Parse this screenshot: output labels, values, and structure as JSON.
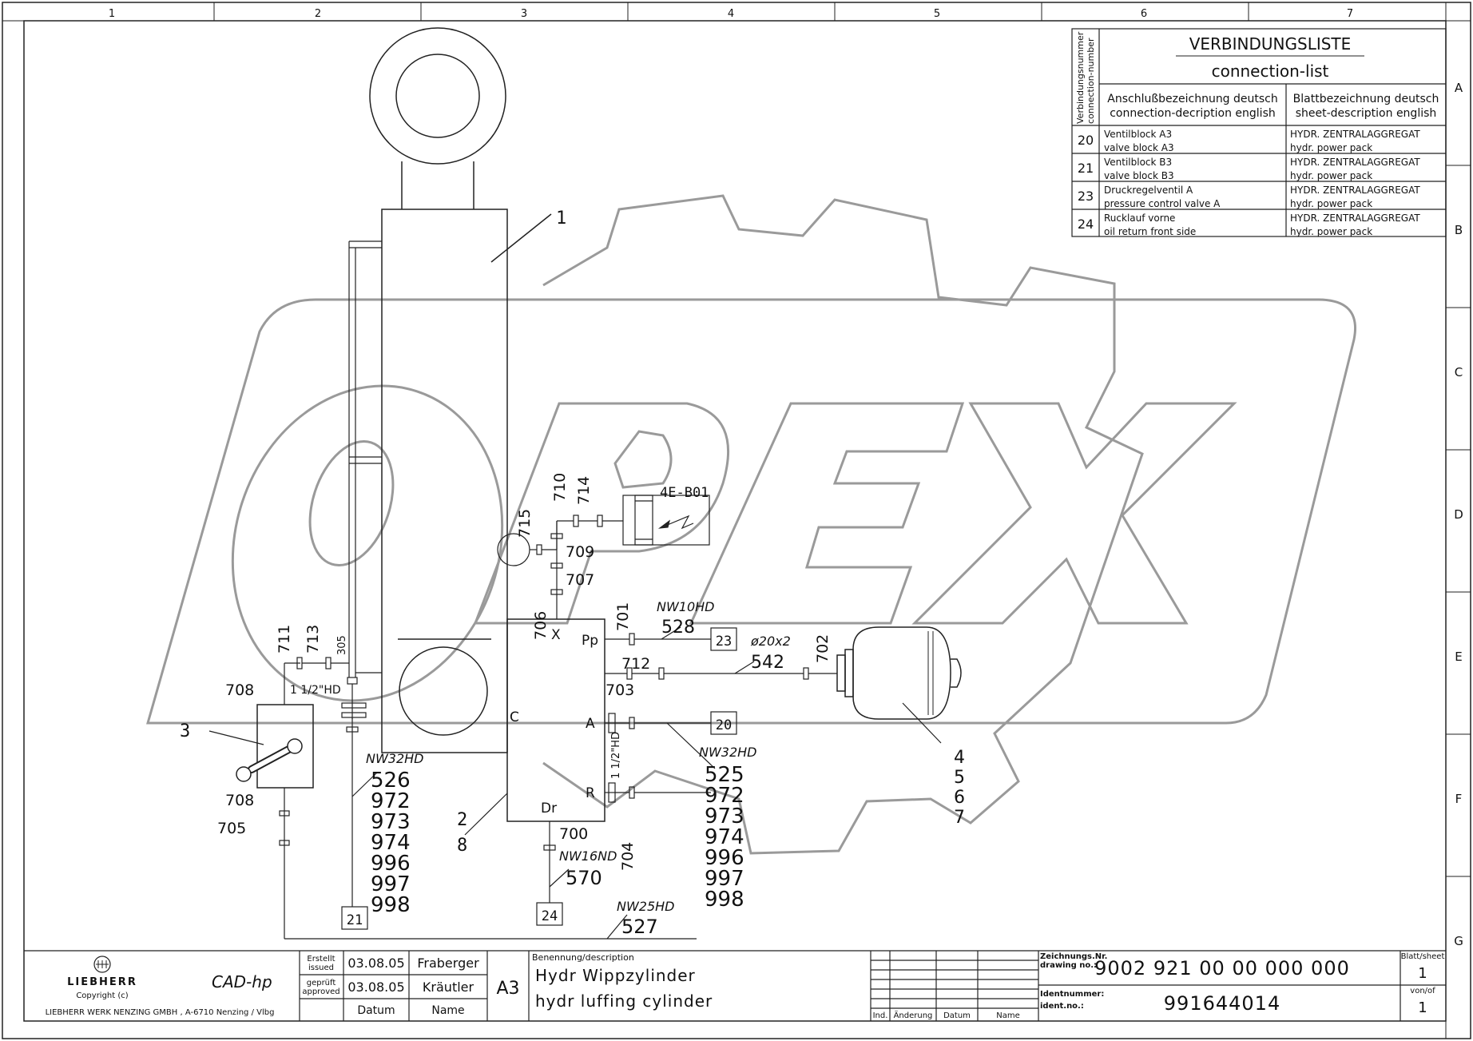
{
  "grid": {
    "columns": [
      "1",
      "2",
      "3",
      "4",
      "5",
      "6",
      "7"
    ],
    "rows": [
      "A",
      "B",
      "C",
      "D",
      "E",
      "F",
      "G"
    ]
  },
  "connection_list": {
    "title_de": "VERBINDUNGSLISTE",
    "title_en": "connection-list",
    "side_header_de": "Verbindungsnummer",
    "side_header_en": "connection-number",
    "col1_header_de": "Anschlußbezeichnung deutsch",
    "col1_header_en": "connection-decription english",
    "col2_header_de": "Blattbezeichnung deutsch",
    "col2_header_en": "sheet-description english",
    "rows": [
      {
        "no": "20",
        "desc_de": "Ventilblock A3",
        "desc_en": "valve block A3",
        "sheet_de": "HYDR. ZENTRALAGGREGAT",
        "sheet_en": "hydr. power pack"
      },
      {
        "no": "21",
        "desc_de": "Ventilblock B3",
        "desc_en": "valve block B3",
        "sheet_de": "HYDR. ZENTRALAGGREGAT",
        "sheet_en": "hydr. power pack"
      },
      {
        "no": "23",
        "desc_de": "Druckregelventil A",
        "desc_en": "pressure control valve A",
        "sheet_de": "HYDR. ZENTRALAGGREGAT",
        "sheet_en": "hydr. power pack"
      },
      {
        "no": "24",
        "desc_de": "Rucklauf vorne",
        "desc_en": "oil return front side",
        "sheet_de": "HYDR. ZENTRALAGGREGAT",
        "sheet_en": "hydr. power pack"
      }
    ]
  },
  "watermark": "OPEX",
  "labels": {
    "cylinder": "1",
    "valve": "3",
    "block": [
      "2",
      "8"
    ],
    "accumulator": [
      "4",
      "5",
      "6",
      "7"
    ],
    "sensor": "4E-B01",
    "p710": "710",
    "p714": "714",
    "p715": "715",
    "p709": "709",
    "p707": "707",
    "p706": "706",
    "x": "X",
    "pp": "Pp",
    "p701": "701",
    "nw10hd": "NW10HD",
    "p528": "528",
    "box23": "23",
    "d20": "ø20x2",
    "p542": "542",
    "p702": "702",
    "p712": "712",
    "p703": "703",
    "c": "C",
    "a": "A",
    "r": "R",
    "dr": "Dr",
    "box20": "20",
    "hd112_right": "1 1/2\"HD",
    "nw32hd_right": "NW32HD",
    "right_stack": [
      "525",
      "972",
      "973",
      "974",
      "996",
      "997",
      "998"
    ],
    "p711": "711",
    "p713": "713",
    "p305": "305",
    "hd112_left": "1 1/2\"HD",
    "p708a": "708",
    "p708b": "708",
    "p705": "705",
    "nw32hd_left": "NW32HD",
    "left_stack": [
      "526",
      "972",
      "973",
      "974",
      "996",
      "997",
      "998"
    ],
    "box21": "21",
    "p700": "700",
    "nw16nd": "NW16ND",
    "p704": "704",
    "p570": "570",
    "box24": "24",
    "nw25hd": "NW25HD",
    "p527": "527"
  },
  "title_block": {
    "company_line1": "LIEBHERR",
    "copyright": "Copyright (c)",
    "company_line2": "LIEBHERR WERK NENZING GMBH , A-6710 Nenzing / Vlbg",
    "cad": "CAD-hp",
    "created_label": [
      "Erstellt",
      "issued"
    ],
    "created_date": "03.08.05",
    "created_name": "Fraberger",
    "checked_label": [
      "geprüft",
      "approved"
    ],
    "checked_date": "03.08.05",
    "checked_name": "Kräutler",
    "datum": "Datum",
    "name": "Name",
    "format": "A3",
    "desc_label": "Benennung/description",
    "desc_de": "Hydr Wippzylinder",
    "desc_en": "hydr luffing cylinder",
    "rev_ind": "Ind.",
    "rev_change": "Änderung",
    "rev_date": "Datum",
    "rev_name": "Name",
    "drawing_label": [
      "Zeichnungs.Nr.",
      "drawing no.:"
    ],
    "drawing_no": "9002 921 00 00 000 000",
    "ident_label": [
      "Identnummer:",
      "ident.no.:"
    ],
    "ident_no": "991644014",
    "sheet_label": "Blatt/sheet",
    "sheet_no": "1",
    "of_label": "von/of",
    "of_no": "1"
  }
}
